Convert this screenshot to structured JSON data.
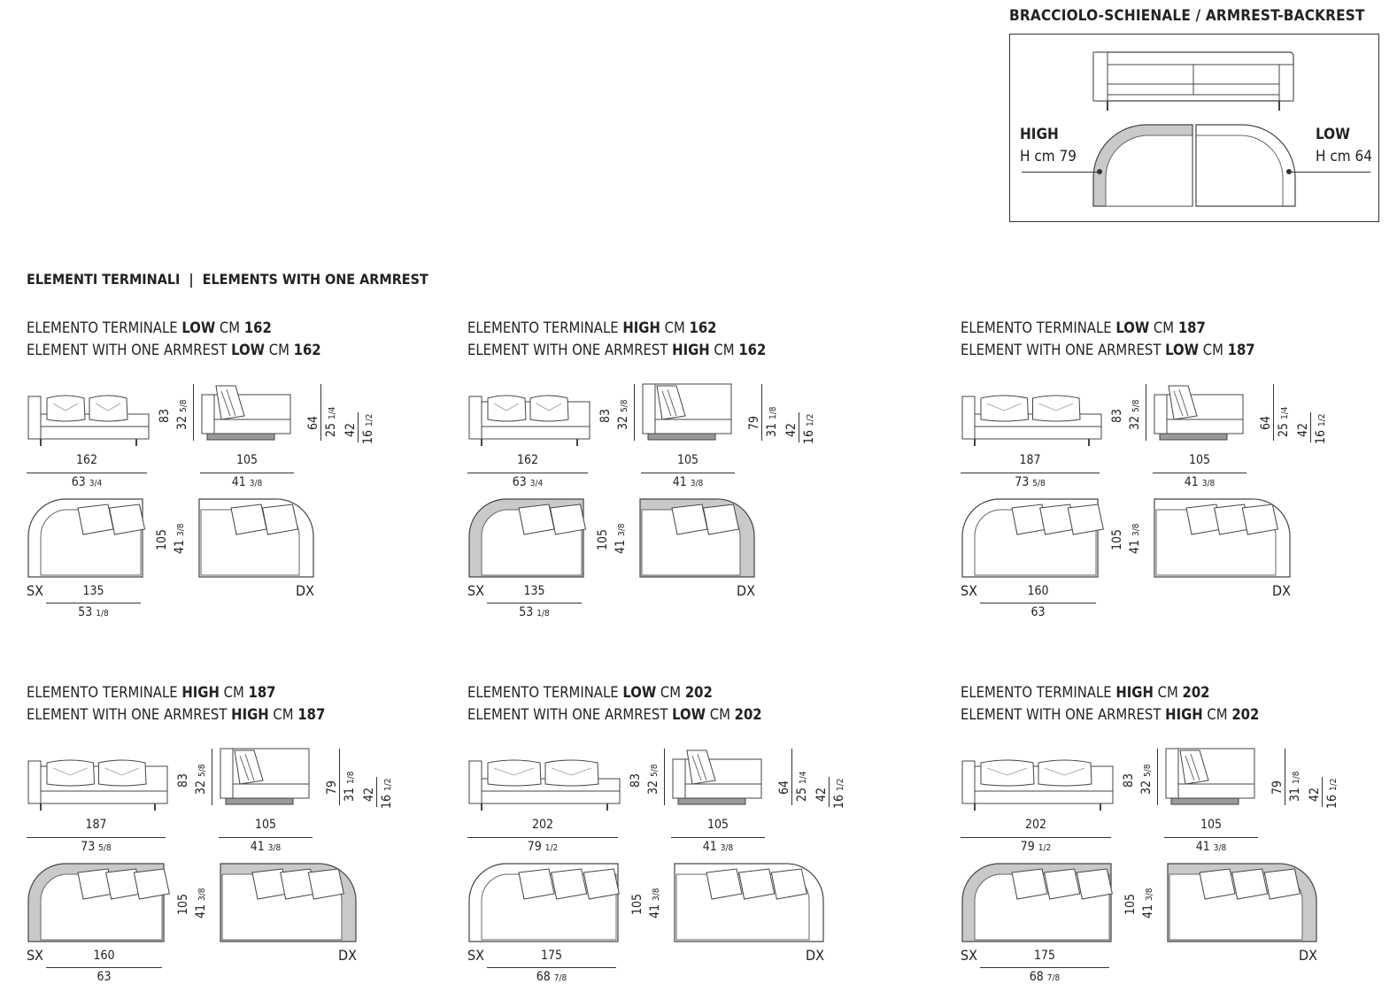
{
  "legend": {
    "title": "BRACCIOLO-SCHIENALE / ARMREST-BACKREST",
    "high_label": "HIGH",
    "high_value": "H cm 79",
    "low_label": "LOW",
    "low_value": "H cm 64"
  },
  "section_title": "ELEMENTI TERMINALI  |  ELEMENTS WITH ONE ARMREST",
  "blocks": [
    {
      "it_pre": "ELEMENTO TERMINALE ",
      "it_arm": "LOW",
      "it_mid": " CM ",
      "it_size": "162",
      "en_pre": "ELEMENT WITH ONE ARMREST ",
      "en_arm": "LOW",
      "en_mid": " CM ",
      "en_size": "162",
      "front_w": "162",
      "front_w_in": "63",
      "front_w_frac": "3/4",
      "side_d": "105",
      "side_d_in": "41",
      "side_d_frac": "3/8",
      "h": "83",
      "h_in": "32",
      "h_frac": "5/8",
      "arm_h": "64",
      "arm_h_in": "25",
      "arm_h_frac": "1/4",
      "seat_h": "42",
      "seat_h_in": "16",
      "seat_h_frac": "1/2",
      "depth": "105",
      "depth_in": "41",
      "depth_frac": "3/8",
      "plan_w": "135",
      "plan_w_in": "53",
      "plan_w_frac": "1/8",
      "sx": "SX",
      "dx": "DX"
    },
    {
      "it_pre": "ELEMENTO TERMINALE ",
      "it_arm": "HIGH",
      "it_mid": " CM ",
      "it_size": "162",
      "en_pre": "ELEMENT WITH ONE ARMREST ",
      "en_arm": "HIGH",
      "en_mid": " CM ",
      "en_size": "162",
      "front_w": "162",
      "front_w_in": "63",
      "front_w_frac": "3/4",
      "side_d": "105",
      "side_d_in": "41",
      "side_d_frac": "3/8",
      "h": "83",
      "h_in": "32",
      "h_frac": "5/8",
      "arm_h": "79",
      "arm_h_in": "31",
      "arm_h_frac": "1/8",
      "seat_h": "42",
      "seat_h_in": "16",
      "seat_h_frac": "1/2",
      "depth": "105",
      "depth_in": "41",
      "depth_frac": "3/8",
      "plan_w": "135",
      "plan_w_in": "53",
      "plan_w_frac": "1/8",
      "sx": "SX",
      "dx": "DX"
    },
    {
      "it_pre": "ELEMENTO TERMINALE ",
      "it_arm": "LOW",
      "it_mid": " CM ",
      "it_size": "187",
      "en_pre": "ELEMENT WITH ONE ARMREST ",
      "en_arm": "LOW",
      "en_mid": " CM ",
      "en_size": "187",
      "front_w": "187",
      "front_w_in": "73",
      "front_w_frac": "5/8",
      "side_d": "105",
      "side_d_in": "41",
      "side_d_frac": "3/8",
      "h": "83",
      "h_in": "32",
      "h_frac": "5/8",
      "arm_h": "64",
      "arm_h_in": "25",
      "arm_h_frac": "1/4",
      "seat_h": "42",
      "seat_h_in": "16",
      "seat_h_frac": "1/2",
      "depth": "105",
      "depth_in": "41",
      "depth_frac": "3/8",
      "plan_w": "160",
      "plan_w_in": "63",
      "plan_w_frac": "",
      "sx": "SX",
      "dx": "DX"
    },
    {
      "it_pre": "ELEMENTO TERMINALE ",
      "it_arm": "HIGH",
      "it_mid": " CM ",
      "it_size": "187",
      "en_pre": "ELEMENT WITH ONE ARMREST ",
      "en_arm": "HIGH",
      "en_mid": " CM ",
      "en_size": "187",
      "front_w": "187",
      "front_w_in": "73",
      "front_w_frac": "5/8",
      "side_d": "105",
      "side_d_in": "41",
      "side_d_frac": "3/8",
      "h": "83",
      "h_in": "32",
      "h_frac": "5/8",
      "arm_h": "79",
      "arm_h_in": "31",
      "arm_h_frac": "1/8",
      "seat_h": "42",
      "seat_h_in": "16",
      "seat_h_frac": "1/2",
      "depth": "105",
      "depth_in": "41",
      "depth_frac": "3/8",
      "plan_w": "160",
      "plan_w_in": "63",
      "plan_w_frac": "",
      "sx": "SX",
      "dx": "DX"
    },
    {
      "it_pre": "ELEMENTO TERMINALE ",
      "it_arm": "LOW",
      "it_mid": " CM ",
      "it_size": "202",
      "en_pre": "ELEMENT WITH ONE ARMREST ",
      "en_arm": "LOW",
      "en_mid": " CM ",
      "en_size": "202",
      "front_w": "202",
      "front_w_in": "79",
      "front_w_frac": "1/2",
      "side_d": "105",
      "side_d_in": "41",
      "side_d_frac": "3/8",
      "h": "83",
      "h_in": "32",
      "h_frac": "5/8",
      "arm_h": "64",
      "arm_h_in": "25",
      "arm_h_frac": "1/4",
      "seat_h": "42",
      "seat_h_in": "16",
      "seat_h_frac": "1/2",
      "depth": "105",
      "depth_in": "41",
      "depth_frac": "3/8",
      "plan_w": "175",
      "plan_w_in": "68",
      "plan_w_frac": "7/8",
      "sx": "SX",
      "dx": "DX"
    },
    {
      "it_pre": "ELEMENTO TERMINALE ",
      "it_arm": "HIGH",
      "it_mid": " CM ",
      "it_size": "202",
      "en_pre": "ELEMENT WITH ONE ARMREST ",
      "en_arm": "HIGH",
      "en_mid": " CM ",
      "en_size": "202",
      "front_w": "202",
      "front_w_in": "79",
      "front_w_frac": "1/2",
      "side_d": "105",
      "side_d_in": "41",
      "side_d_frac": "3/8",
      "h": "83",
      "h_in": "32",
      "h_frac": "5/8",
      "arm_h": "79",
      "arm_h_in": "31",
      "arm_h_frac": "1/8",
      "seat_h": "42",
      "seat_h_in": "16",
      "seat_h_frac": "1/2",
      "depth": "105",
      "depth_in": "41",
      "depth_frac": "3/8",
      "plan_w": "175",
      "plan_w_in": "68",
      "plan_w_frac": "7/8",
      "sx": "SX",
      "dx": "DX"
    }
  ]
}
